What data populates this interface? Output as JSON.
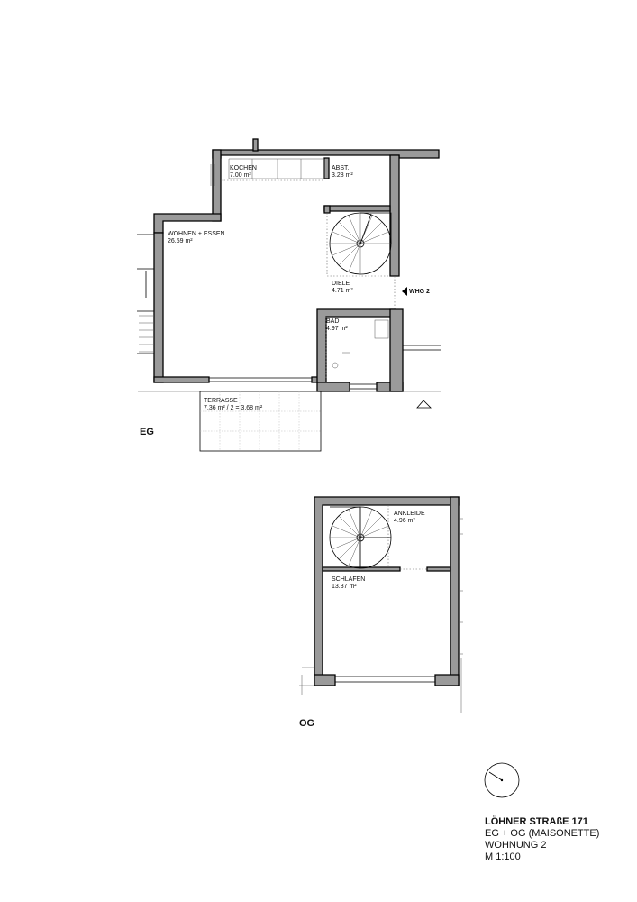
{
  "rooms": {
    "kochen": {
      "name": "KOCHEN",
      "area": "7.00 m²"
    },
    "abst": {
      "name": "ABST.",
      "area": "3.28 m²"
    },
    "wohnen": {
      "name": "WOHNEN + ESSEN",
      "area": "26.59 m²"
    },
    "diele": {
      "name": "DIELE",
      "area": "4.71 m²"
    },
    "bad": {
      "name": "BAD",
      "area": "4.97 m²"
    },
    "terrasse": {
      "name": "TERRASSE",
      "area": "7.36 m² / 2 = 3.68 m²"
    },
    "ankleide": {
      "name": "ANKLEIDE",
      "area": "4.96 m²"
    },
    "schlafen": {
      "name": "SCHLAFEN",
      "area": "13.37 m²"
    }
  },
  "entry_label": "WHG 2",
  "floors": {
    "eg": "EG",
    "og": "OG"
  },
  "title_block": {
    "line1": "LÖHNER STRAßE 171",
    "line2": "EG + OG (MAISONETTE)",
    "line3": "WOHNUNG 2",
    "line4": "M 1:100"
  }
}
